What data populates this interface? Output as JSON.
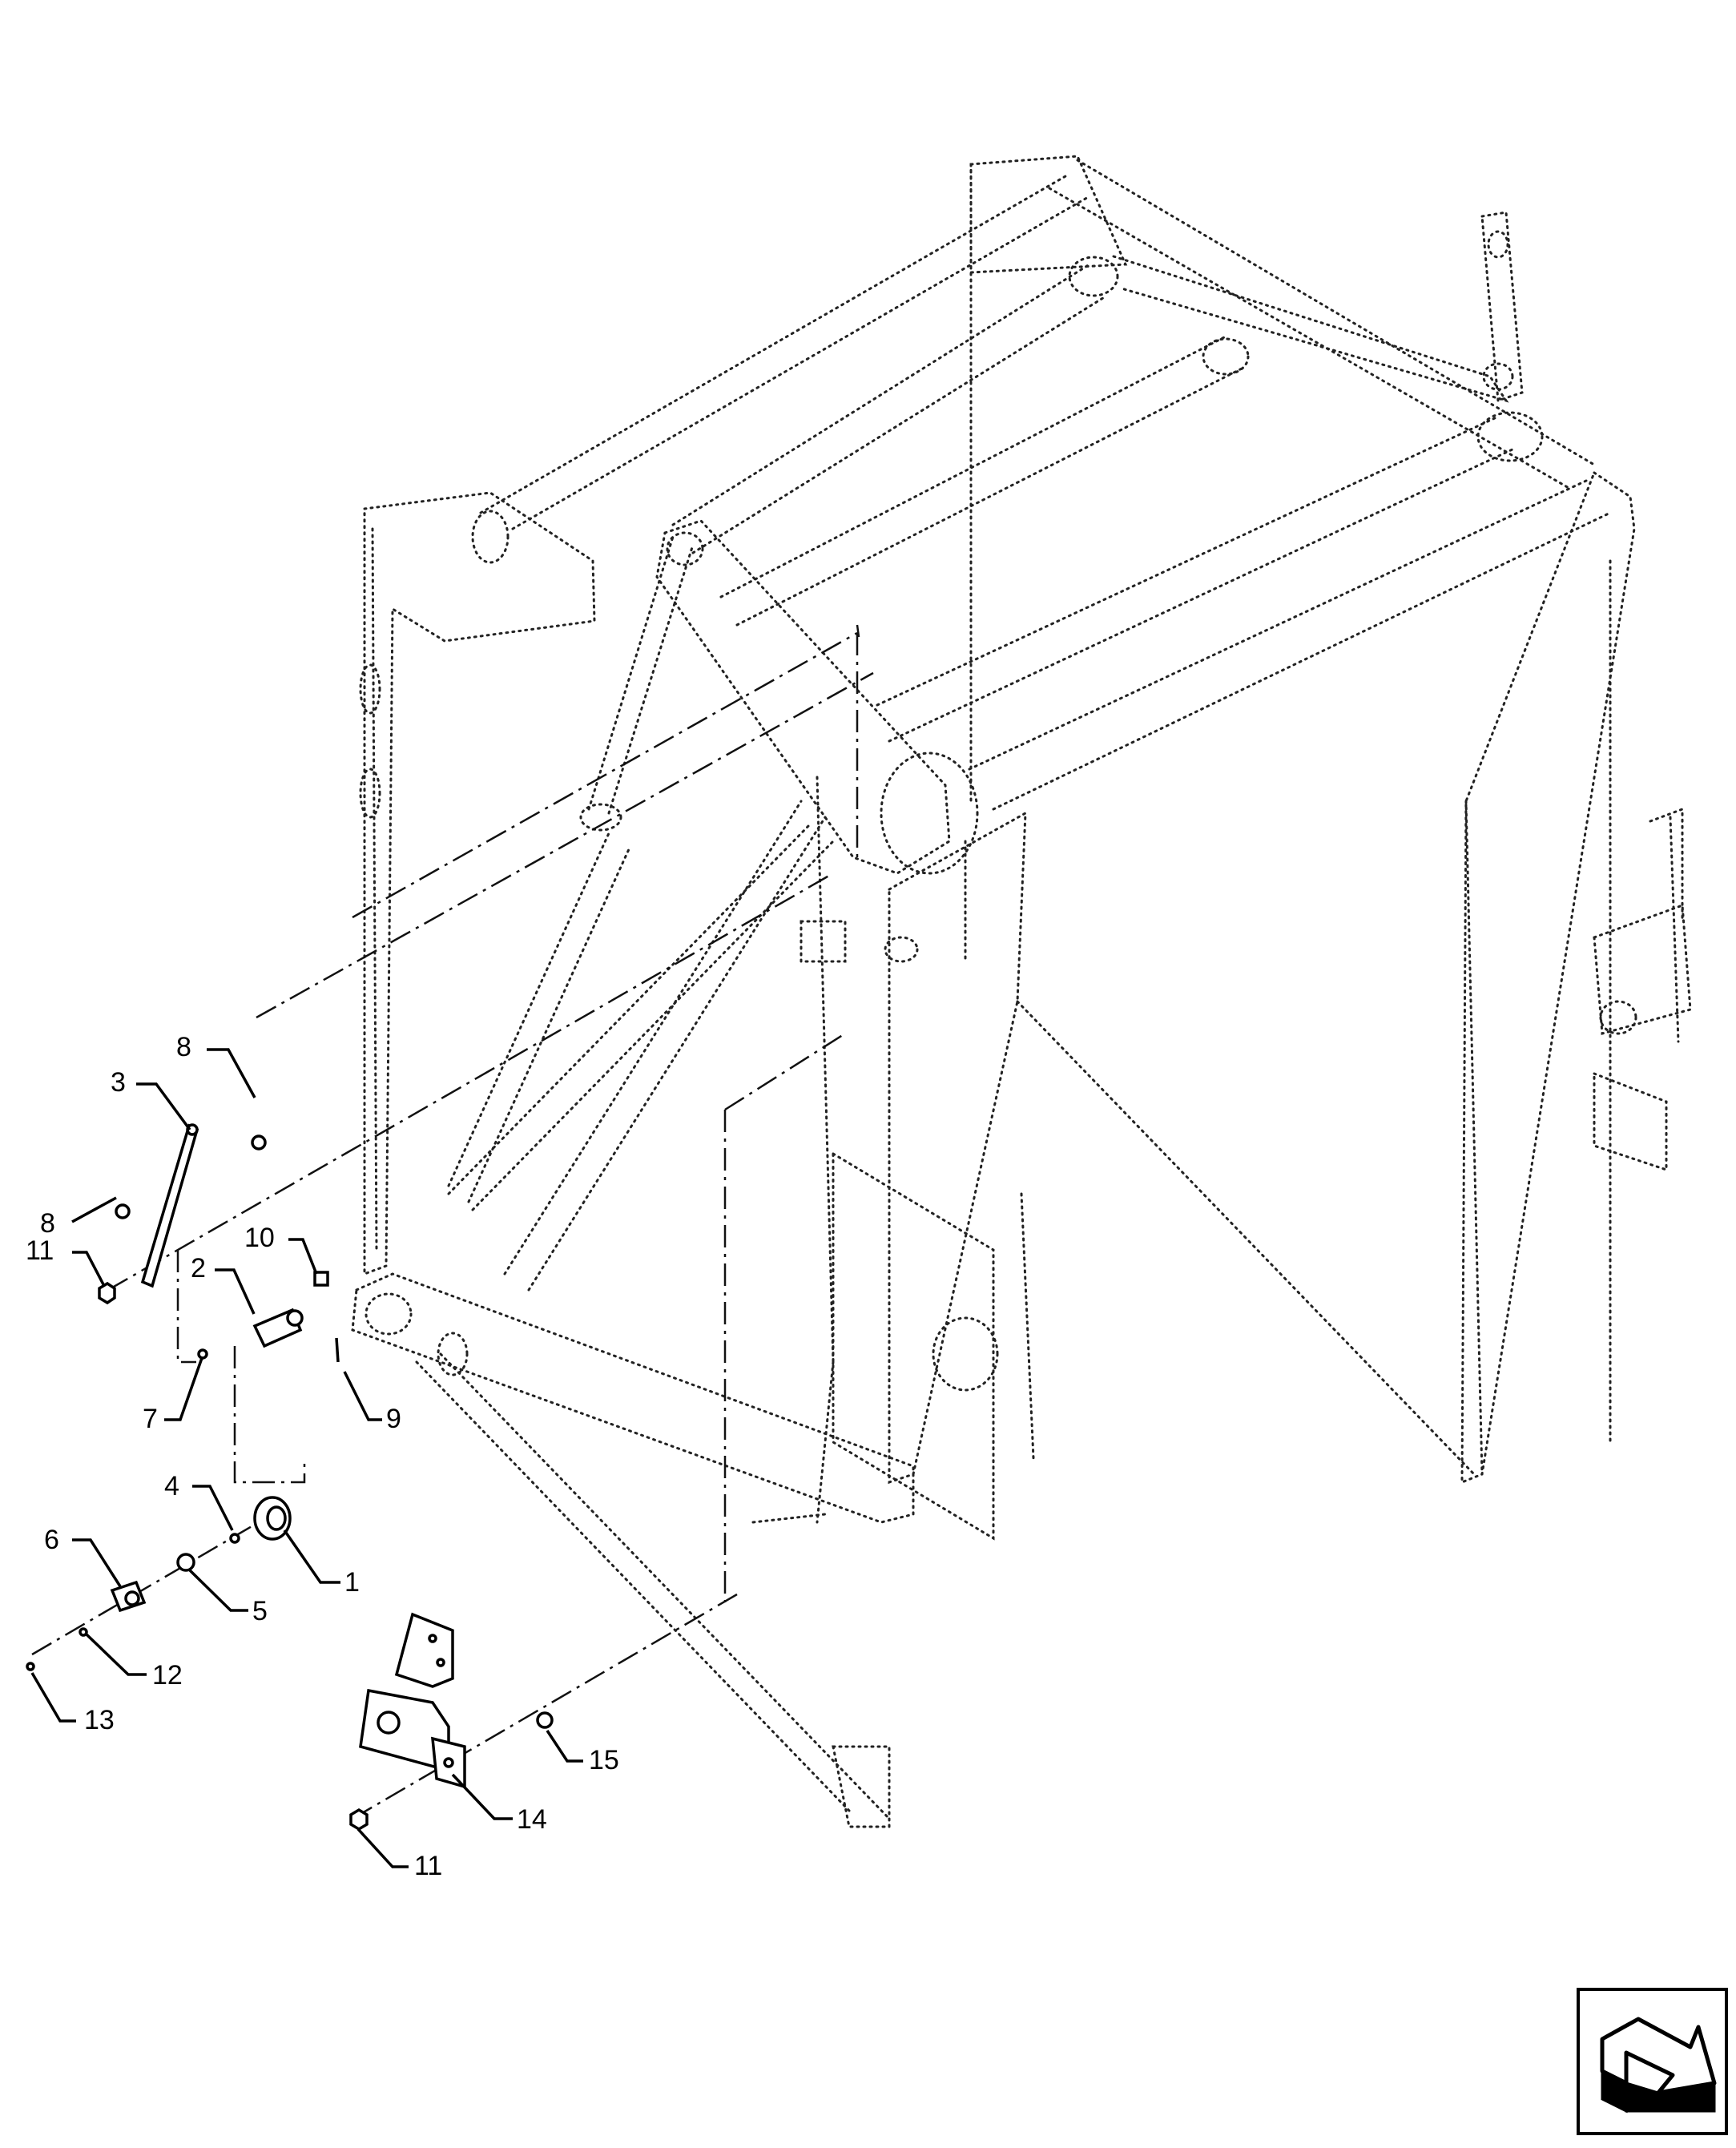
{
  "callouts": [
    {
      "id": "c8a",
      "label": "8"
    },
    {
      "id": "c3",
      "label": "3"
    },
    {
      "id": "c8b",
      "label": "8"
    },
    {
      "id": "c11a",
      "label": "11"
    },
    {
      "id": "c10",
      "label": "10"
    },
    {
      "id": "c2",
      "label": "2"
    },
    {
      "id": "c7",
      "label": "7"
    },
    {
      "id": "c9",
      "label": "9"
    },
    {
      "id": "c4",
      "label": "4"
    },
    {
      "id": "c6",
      "label": "6"
    },
    {
      "id": "c1",
      "label": "1"
    },
    {
      "id": "c5",
      "label": "5"
    },
    {
      "id": "c12",
      "label": "12"
    },
    {
      "id": "c13",
      "label": "13"
    },
    {
      "id": "c15",
      "label": "15"
    },
    {
      "id": "c14",
      "label": "14"
    },
    {
      "id": "c11b",
      "label": "11"
    }
  ],
  "nav_icon": "direction-arrow-icon"
}
